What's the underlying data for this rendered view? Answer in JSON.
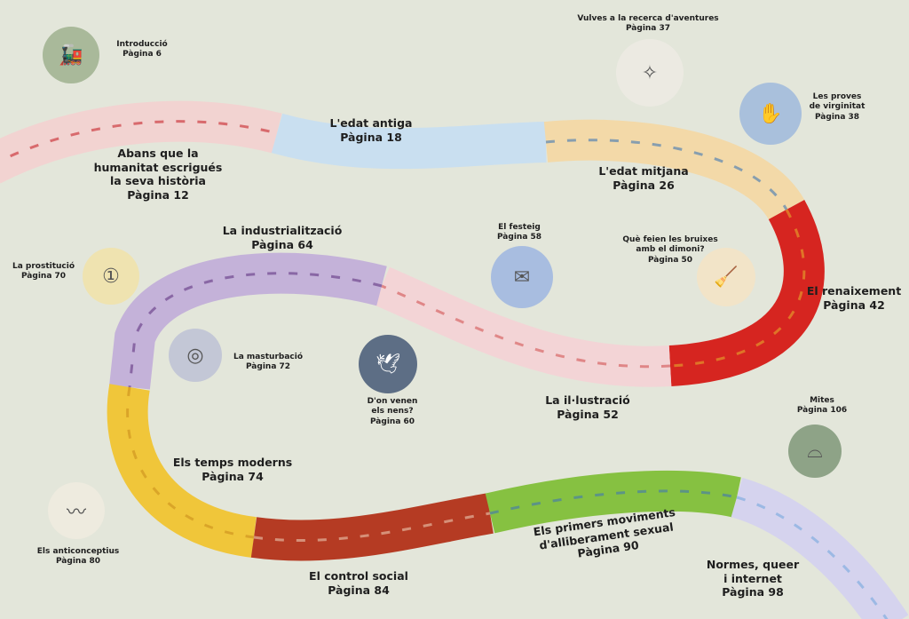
{
  "chapters": [
    {
      "title": "Abans que la humanitat escrigués la seva història",
      "lines": [
        "Abans que la",
        "humanitat escrigués",
        "la seva història"
      ],
      "page": "Pàgina 12",
      "color": "#f2d3d1"
    },
    {
      "title": "L'edat antiga",
      "page": "Pàgina 18",
      "color": "#c9dff0"
    },
    {
      "title": "L'edat mitjana",
      "page": "Pàgina 26",
      "color": "#f3d9a8"
    },
    {
      "title": "El renaixement",
      "page": "Pàgina 42",
      "color": "#d62520"
    },
    {
      "title": "La il·lustració",
      "page": "Pàgina 52",
      "color": "#f3d4d6"
    },
    {
      "title": "La industrialització",
      "page": "Pàgina 64",
      "color": "#c4b2d9"
    },
    {
      "title": "Els temps moderns",
      "page": "Pàgina 74",
      "color": "#f0c63a"
    },
    {
      "title": "El control social",
      "page": "Pàgina 84",
      "color": "#b53b23"
    },
    {
      "title": "Els primers moviments d'alliberament sexual",
      "lines": [
        "Els primers moviments",
        "d'alliberament sexual"
      ],
      "page": "Pàgina 90",
      "color": "#86c141"
    },
    {
      "title": "Normes, queer i internet",
      "lines": [
        "Normes, queer",
        "i internet"
      ],
      "page": "Pàgina 98",
      "color": "#d5d3ee"
    }
  ],
  "topics": [
    {
      "title": "Introducció",
      "page": "Pàgina 6",
      "icon": "train-icon",
      "color": "#a9b99a"
    },
    {
      "title": "Vulves a la recerca d'aventures",
      "page": "Pàgina 37",
      "icon": "creature-icon",
      "color": "#eceae2"
    },
    {
      "title": "Les proves de virginitat",
      "lines": [
        "Les proves",
        "de virginitat"
      ],
      "page": "Pàgina 38",
      "icon": "hand-icon",
      "color": "#a9c0dc"
    },
    {
      "title": "La prostitució",
      "page": "Pàgina 70",
      "icon": "coin-icon",
      "color": "#efe3b0"
    },
    {
      "title": "El festeig",
      "page": "Pàgina 58",
      "icon": "letter-icon",
      "color": "#a8bde0"
    },
    {
      "title": "Què feien les bruixes amb el dimoni?",
      "lines": [
        "Què feien les bruixes",
        "amb el dimoni?"
      ],
      "page": "Pàgina  50",
      "icon": "witch-icon",
      "color": "#f2e4c8"
    },
    {
      "title": "La masturbació",
      "page": "Pàgina 72",
      "icon": "box-icon",
      "color": "#c3c7d6"
    },
    {
      "title": "D'on venen els nens?",
      "lines": [
        "D'on venen",
        "els nens?"
      ],
      "page": "Pàgina 60",
      "icon": "stork-icon",
      "color": "#5d6e85"
    },
    {
      "title": "Mites",
      "page": "Pàgina 106",
      "icon": "belt-icon",
      "color": "#8ea387"
    },
    {
      "title": "Els anticonceptius",
      "page": "Pàgina 80",
      "icon": "condom-icon",
      "color": "#eeebdf"
    }
  ]
}
